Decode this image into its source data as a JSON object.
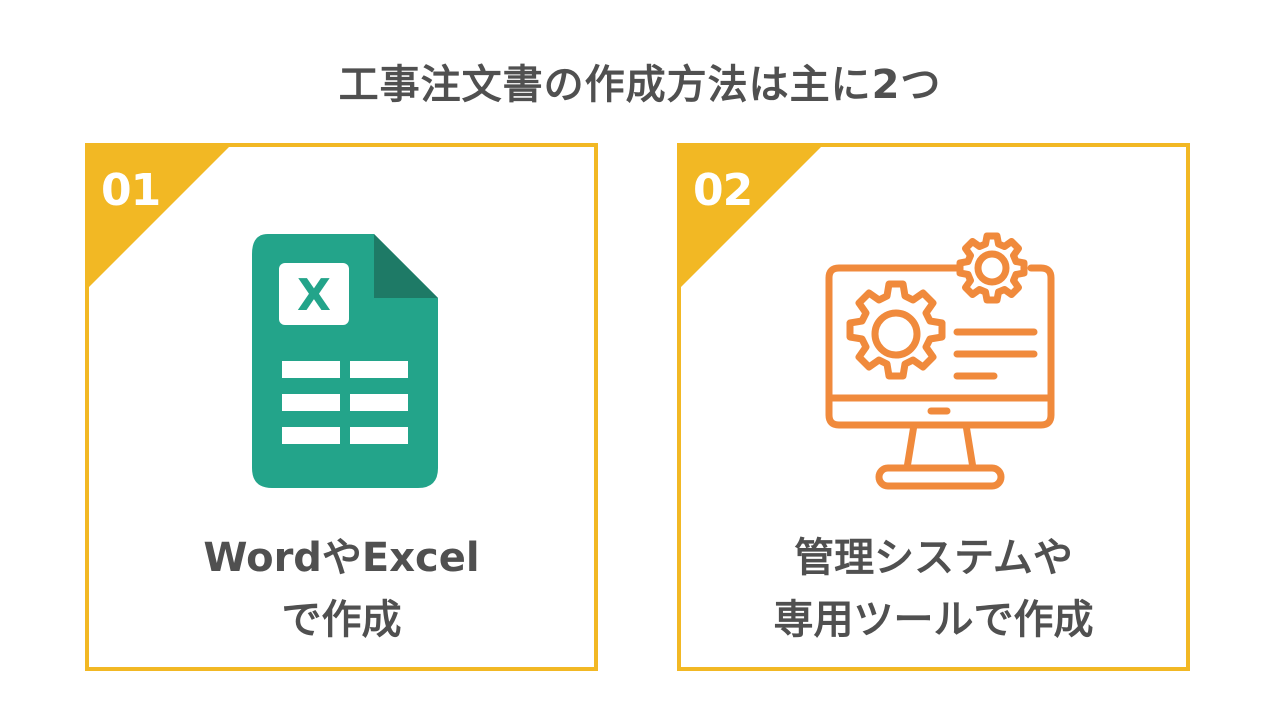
{
  "title": "工事注文書の作成方法は主に2つ",
  "colors": {
    "accent": "#f2b824",
    "text": "#505050",
    "excel_green": "#23a48a",
    "excel_fold": "#1e7a66",
    "orange": "#f08a3c"
  },
  "cards": [
    {
      "number": "01",
      "icon": "spreadsheet-file-icon",
      "icon_letter": "X",
      "label_line1": "WordやExcel",
      "label_line2": "で作成"
    },
    {
      "number": "02",
      "icon": "monitor-gears-icon",
      "label_line1": "管理システムや",
      "label_line2": "専用ツールで作成"
    }
  ]
}
